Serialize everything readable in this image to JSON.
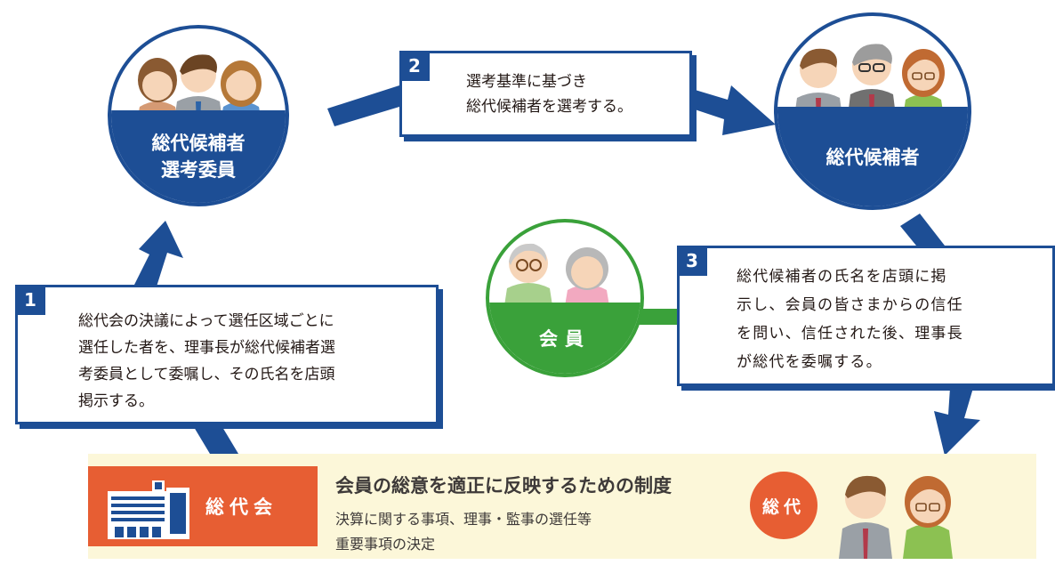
{
  "committee": {
    "label_line1": "総代候補者",
    "label_line2": "選考委員"
  },
  "candidates": {
    "label": "総代候補者"
  },
  "members": {
    "label": "会員"
  },
  "step1": {
    "number": "1",
    "lines": [
      "総代会の決議によって選任区域ごとに",
      "選任した者を、理事長が総代候補者選",
      "考委員として委嘱し、その氏名を店頭",
      "掲示する。"
    ]
  },
  "step2": {
    "number": "2",
    "lines": [
      "選考基準に基づき",
      "総代候補者を選考する。"
    ]
  },
  "step3": {
    "number": "3",
    "lines": [
      "総代候補者の氏名を店頭に掲",
      "示し、会員の皆さまからの信任",
      "を問い、信任された後、理事長",
      "が総代を委嘱する。"
    ]
  },
  "bottom": {
    "soudaikai_label": "総代会",
    "headline": "会員の総意を適正に反映するための制度",
    "line1": "決算に関する事項、理事・監事の選任等",
    "line2": "重要事項の決定",
    "delegate_badge": "総代"
  },
  "colors": {
    "navy": "#1d4e95",
    "green": "#3aa13a",
    "orange": "#e75e33",
    "band": "#fcf7d9"
  }
}
